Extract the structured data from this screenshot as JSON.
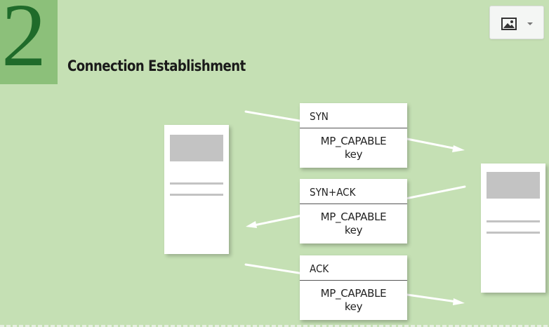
{
  "step": {
    "number": "2",
    "title": "Connection Establishment"
  },
  "packets": [
    {
      "header": "SYN",
      "option": "MP_CAPABLE",
      "field": "key"
    },
    {
      "header": "SYN+ACK",
      "option": "MP_CAPABLE",
      "field": "key"
    },
    {
      "header": "ACK",
      "option": "MP_CAPABLE",
      "field": "key"
    }
  ],
  "icons": {
    "image_menu": "image-icon",
    "image_menu_caret": "chevron-down-icon"
  },
  "colors": {
    "background": "#c5e0b4",
    "step_box": "#8cc07a",
    "step_number": "#1f6b2a",
    "host": "#ffffff",
    "host_screen": "#c3c3c3",
    "arrow": "#ffffff"
  }
}
